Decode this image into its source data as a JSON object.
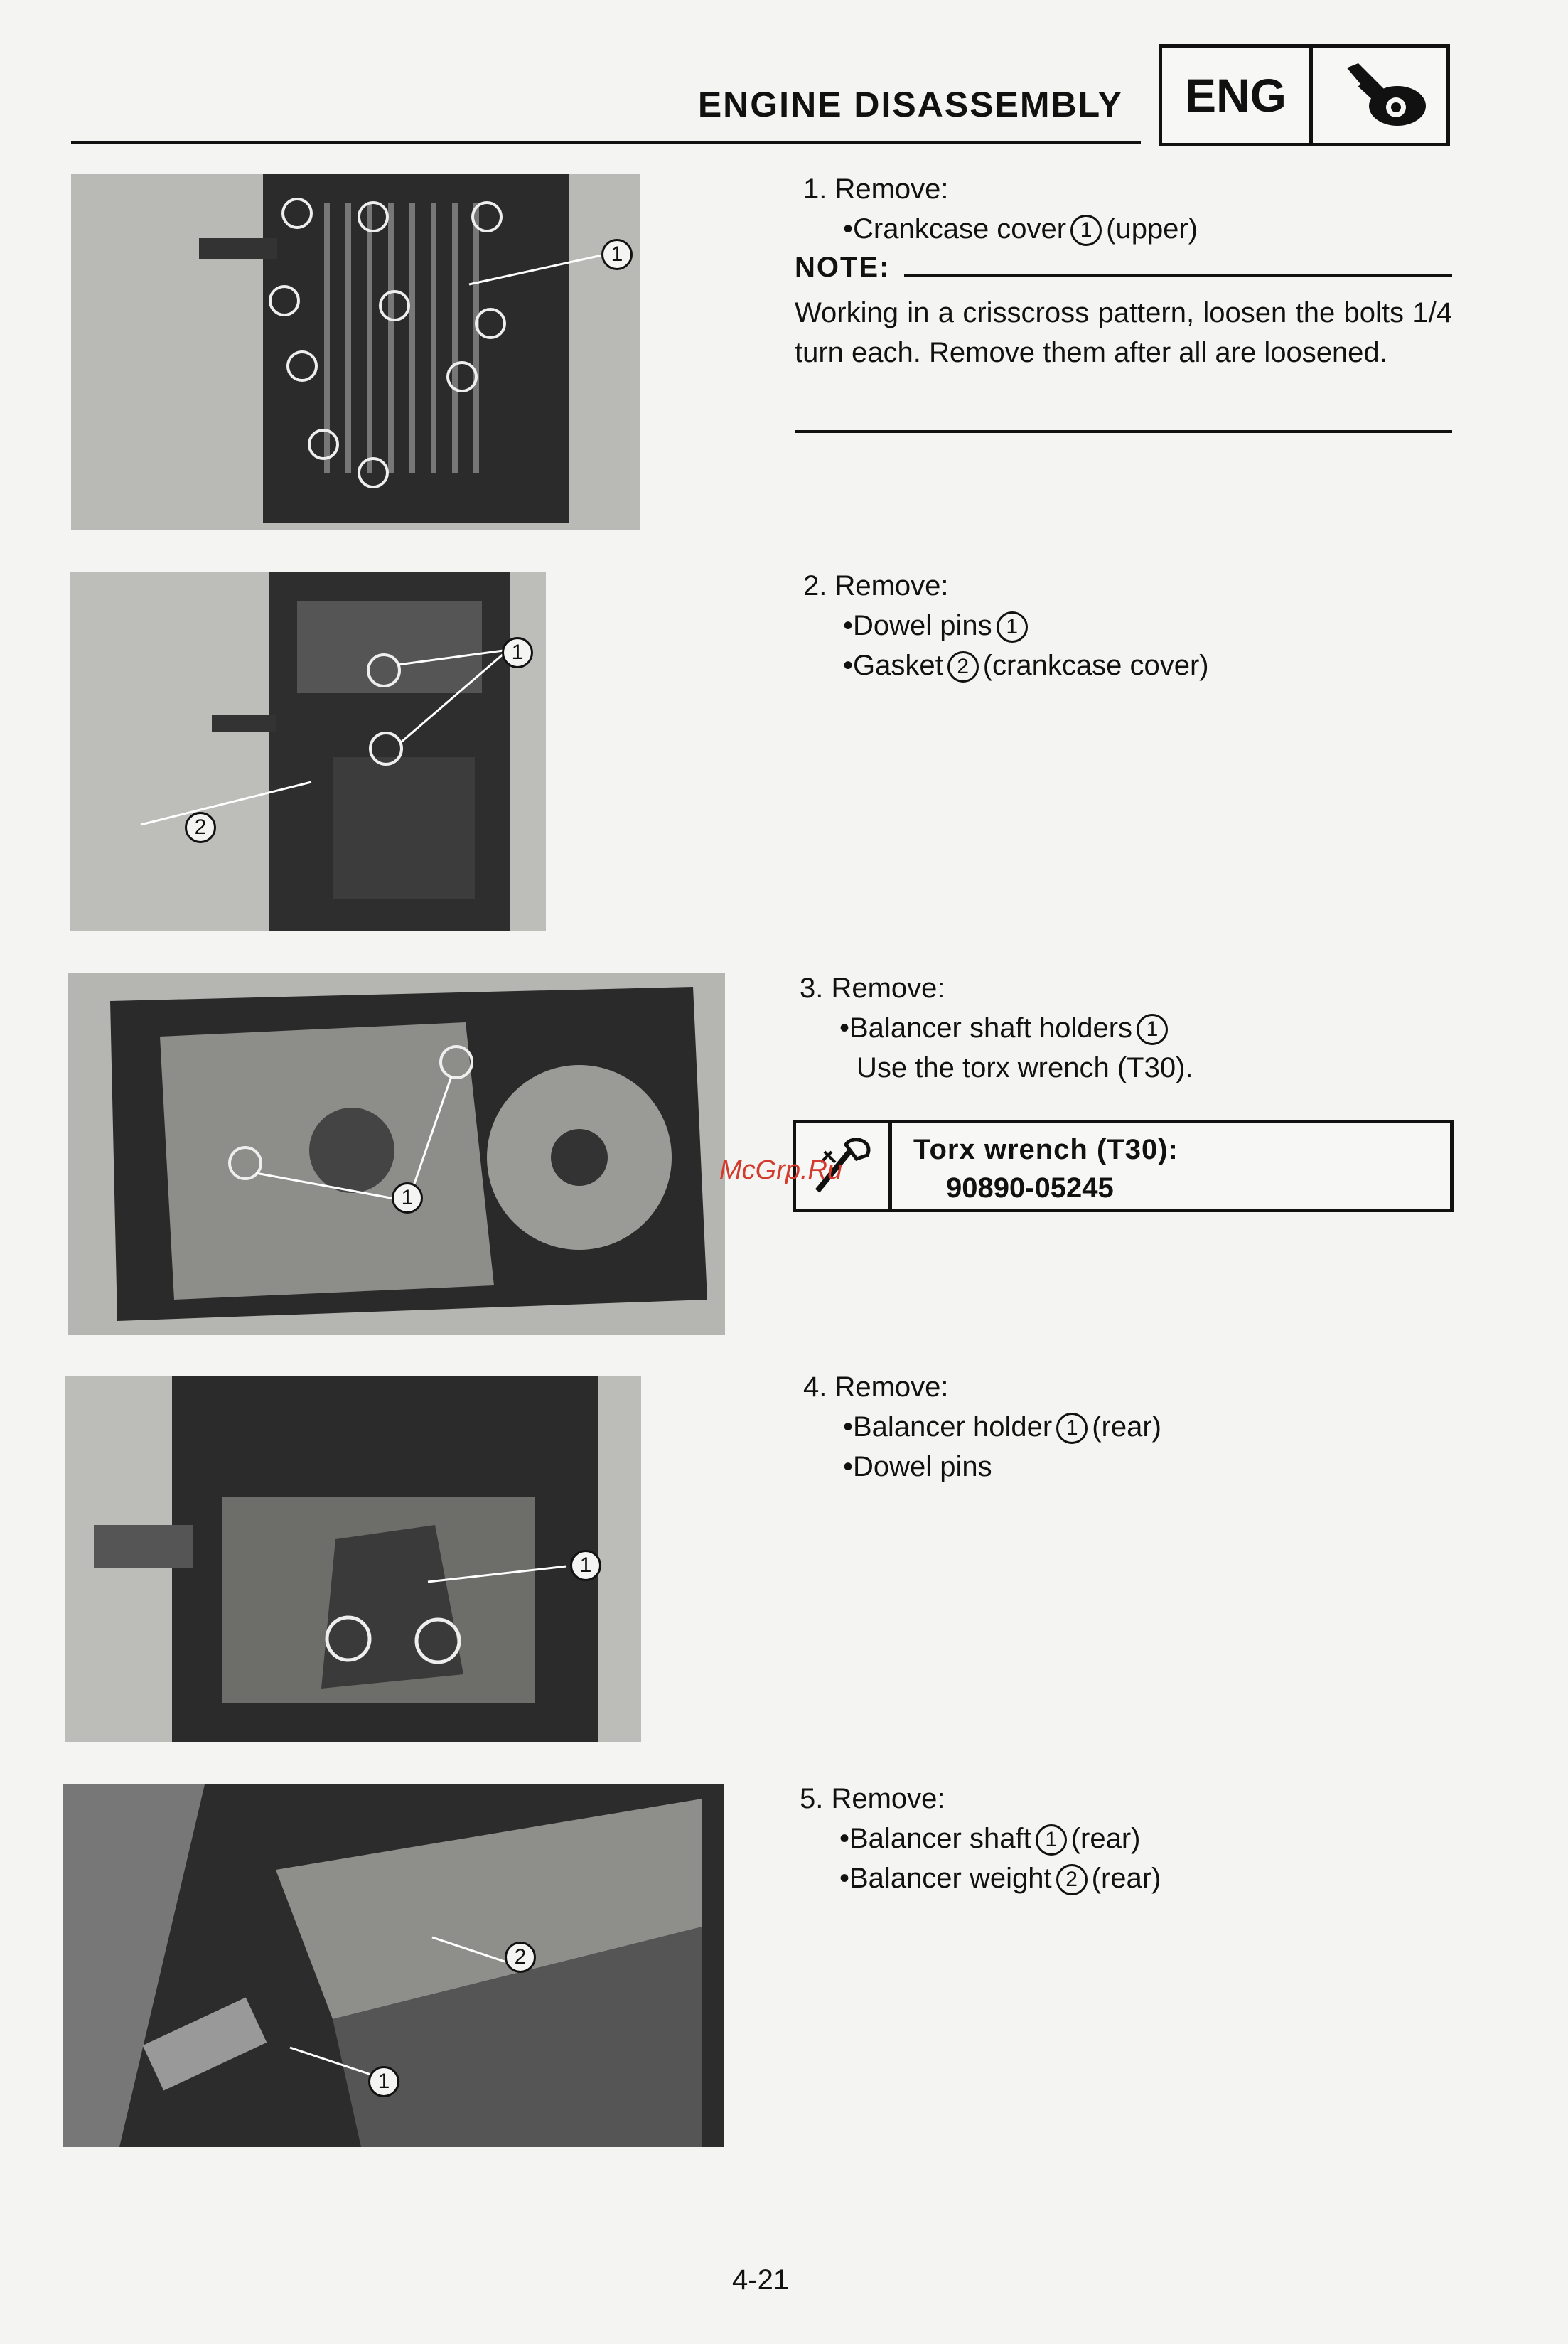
{
  "header": {
    "title": "ENGINE DISASSEMBLY",
    "section_label": "ENG",
    "section_icon": "engine-wrench-icon"
  },
  "steps": [
    {
      "head": "1. Remove:",
      "items": [
        {
          "text": "•Crankcase cover",
          "ref": "1",
          "suffix": "(upper)"
        }
      ]
    },
    {
      "head": "2. Remove:",
      "items": [
        {
          "text": "•Dowel pins",
          "ref": "1",
          "suffix": ""
        },
        {
          "text": "•Gasket",
          "ref": "2",
          "suffix": "(crankcase cover)"
        }
      ]
    },
    {
      "head": "3. Remove:",
      "items": [
        {
          "text": "•Balancer shaft holders",
          "ref": "1",
          "suffix": ""
        }
      ],
      "sub": "Use the torx wrench (T30)."
    },
    {
      "head": "4. Remove:",
      "items": [
        {
          "text": "•Balancer holder",
          "ref": "1",
          "suffix": "(rear)"
        },
        {
          "text": "•Dowel pins",
          "ref": "",
          "suffix": ""
        }
      ]
    },
    {
      "head": "5. Remove:",
      "items": [
        {
          "text": "•Balancer shaft",
          "ref": "1",
          "suffix": "(rear)"
        },
        {
          "text": "•Balancer weight",
          "ref": "2",
          "suffix": "(rear)"
        }
      ]
    }
  ],
  "note": {
    "label": "NOTE:",
    "text": "Working in a crisscross pattern, loosen the bolts 1/4 turn each. Remove them after all are loosened."
  },
  "tool": {
    "icon": "torx-wrench-icon",
    "name": "Torx wrench (T30):",
    "part_number": "90890-05245"
  },
  "watermark": "McGrp.Ru",
  "photo_callouts": [
    [
      "1"
    ],
    [
      "1",
      "2"
    ],
    [
      "1"
    ],
    [
      "1"
    ],
    [
      "2",
      "1"
    ]
  ],
  "page_number": "4-21"
}
